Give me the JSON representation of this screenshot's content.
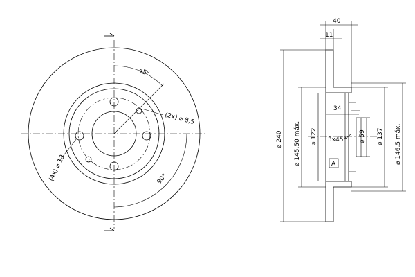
{
  "front_view": {
    "angle_top": "45°",
    "angle_bottom": "90°",
    "small_holes": "(2x) ⌀ 8,5",
    "bolt_holes": "(4x) ⌀ 13"
  },
  "side_view": {
    "overall_thickness": "40",
    "friction_thickness": "11",
    "hub_height": "34",
    "chamfer": "3x45°",
    "min_thickness_mark": "A",
    "outer_diameter": "⌀ 240",
    "friction_inner_diameter": "⌀ 145,50 máx.",
    "hub_diameter_left": "⌀ 122",
    "center_bore": "⌀ 59",
    "hub_diameter_right": "⌀ 137",
    "max_diameter_right": "⌀ 146,5 máx."
  }
}
